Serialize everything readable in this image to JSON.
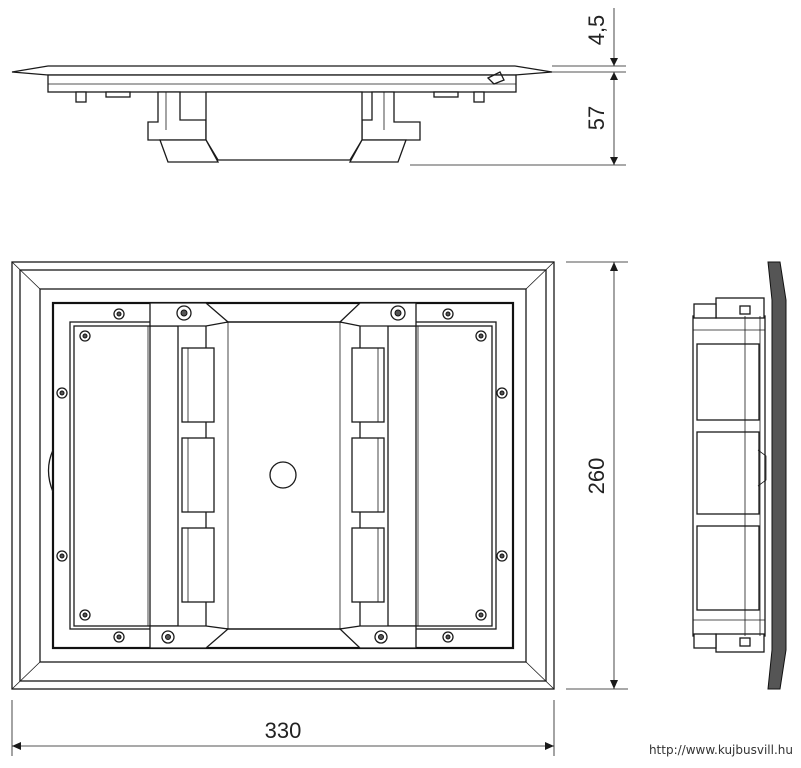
{
  "dimensions": {
    "cover_thickness": "4,5",
    "box_depth": "57",
    "height": "260",
    "width": "330"
  },
  "watermark": "http://www.kujbusvill.hu"
}
